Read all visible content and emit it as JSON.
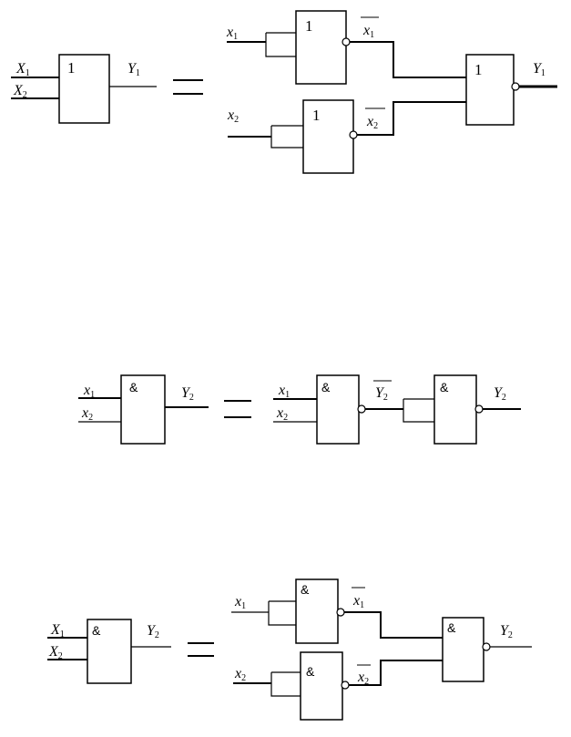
{
  "diagrams": [
    {
      "left": {
        "in1": {
          "base": "X",
          "sub": "1"
        },
        "in2": {
          "base": "X",
          "sub": "2"
        },
        "gate_symbol": "1",
        "out": {
          "base": "Y",
          "sub": "1"
        }
      },
      "equals": "=",
      "right": {
        "in1": {
          "base": "x",
          "sub": "1"
        },
        "in2": {
          "base": "x",
          "sub": "2"
        },
        "gate1_symbol": "1",
        "gate2_symbol": "1",
        "gate3_symbol": "1",
        "mid1": {
          "base": "x",
          "sub": "1"
        },
        "mid2": {
          "base": "x",
          "sub": "2"
        },
        "out": {
          "base": "Y",
          "sub": "1"
        }
      }
    },
    {
      "left": {
        "in1": {
          "base": "x",
          "sub": "1"
        },
        "in2": {
          "base": "x",
          "sub": "2"
        },
        "gate_symbol": "&",
        "out": {
          "base": "Y",
          "sub": "2"
        }
      },
      "equals": "=",
      "right": {
        "in1": {
          "base": "x",
          "sub": "1"
        },
        "in2": {
          "base": "x",
          "sub": "2"
        },
        "gate1_symbol": "&",
        "gate2_symbol": "&",
        "mid": {
          "base": "Y",
          "sub": "2"
        },
        "out": {
          "base": "Y",
          "sub": "2"
        }
      }
    },
    {
      "left": {
        "in1": {
          "base": "X",
          "sub": "1"
        },
        "in2": {
          "base": "X",
          "sub": "2"
        },
        "gate_symbol": "&",
        "out": {
          "base": "Y",
          "sub": "2"
        }
      },
      "equals": "=",
      "right": {
        "in1": {
          "base": "x",
          "sub": "1"
        },
        "in2": {
          "base": "x",
          "sub": "2"
        },
        "gate1_symbol": "&",
        "gate2_symbol": "&",
        "gate3_symbol": "&",
        "mid1": {
          "base": "x",
          "sub": "1"
        },
        "mid2": {
          "base": "x",
          "sub": "2"
        },
        "out": {
          "base": "Y",
          "sub": "2"
        }
      }
    }
  ]
}
